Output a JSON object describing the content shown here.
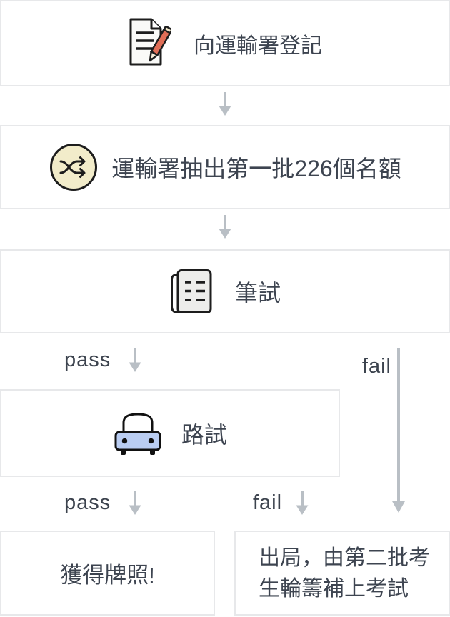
{
  "diagram": {
    "type": "flowchart",
    "topic": "driving-licence-application-process"
  },
  "steps": {
    "register": {
      "label": "向運輸署登記",
      "icon": "document-pencil-icon"
    },
    "draw": {
      "label": "運輸署抽出第一批226個名額",
      "icon": "shuffle-icon"
    },
    "written_test": {
      "label": "筆試",
      "icon": "newspaper-icon"
    },
    "road_test": {
      "label": "路試",
      "icon": "car-icon"
    },
    "license": {
      "label": "獲得牌照!"
    },
    "out": {
      "line1": "出局，由第二批考",
      "line2": "生輪籌補上考試"
    }
  },
  "edges": {
    "written_pass": "pass",
    "written_fail": "fail",
    "road_pass": "pass",
    "road_fail": "fail"
  },
  "colors": {
    "text": "#3d4450",
    "box_border": "#e7e8ea",
    "box_background": "#ffffff",
    "arrow": "#b9bfc5",
    "shuffle_circle_fill": "#f2ecca",
    "car_body_fill": "#bacdf2",
    "pencil_fill": "#e06e57",
    "newspaper_fill": "#ededeb",
    "icon_outline": "#1d1d1d"
  }
}
